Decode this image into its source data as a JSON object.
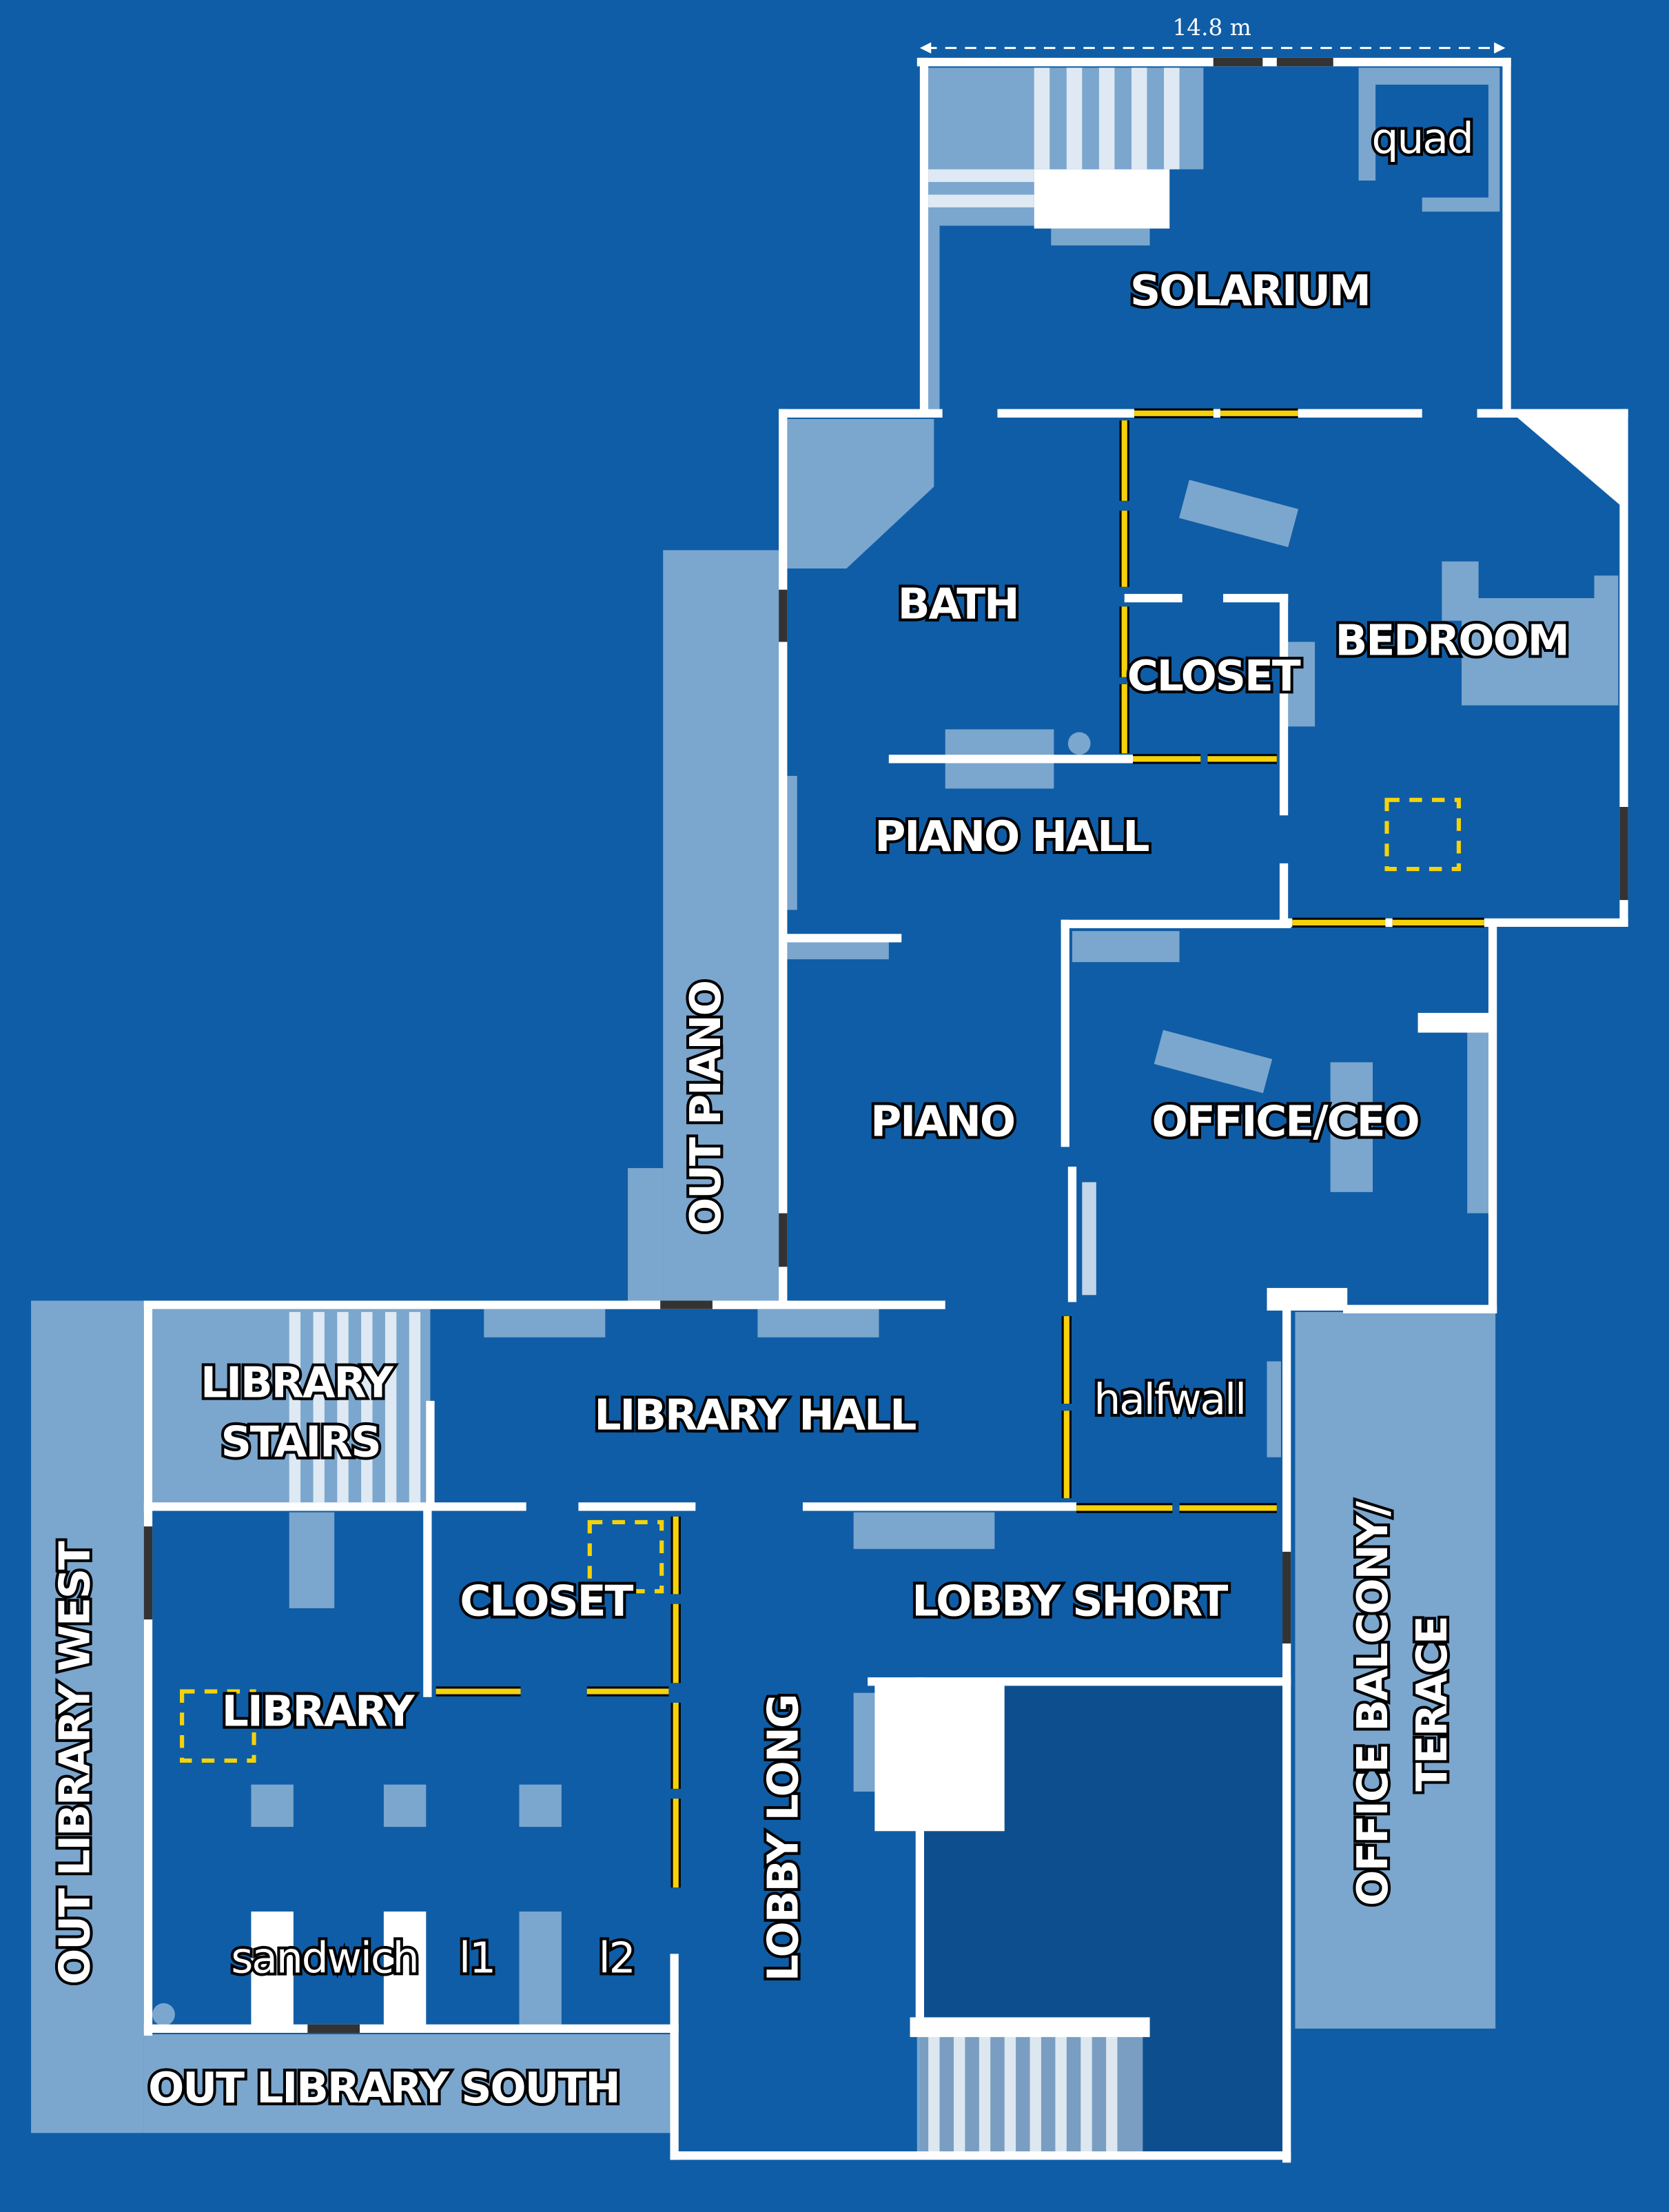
{
  "scale": {
    "label": "14.8 m"
  },
  "colors": {
    "background": "#0f5da6",
    "wall": "#ffffff",
    "door": "#f5d20a",
    "window": "#333333",
    "dark_area": "#0d4f8e"
  },
  "rooms": {
    "solarium": "SOLARIUM",
    "quad": "quad",
    "bath": "BATH",
    "closet_upper": "CLOSET",
    "bedroom": "BEDROOM",
    "piano_hall": "PIANO HALL",
    "piano": "PIANO",
    "office_ceo": "OFFICE/CEO",
    "out_piano": "OUT PIANO",
    "library_stairs_1": "LIBRARY",
    "library_stairs_2": "STAIRS",
    "library_hall": "LIBRARY HALL",
    "halfwall": "halfwall",
    "closet_lower": "CLOSET",
    "lobby_short": "LOBBY SHORT",
    "library": "LIBRARY",
    "lobby_long": "LOBBY LONG",
    "office_balcony_1": "OFFICE BALCONY/",
    "office_balcony_2": "TERACE",
    "out_library_west": "OUT LIBRARY WEST",
    "out_library_south": "OUT LIBRARY SOUTH",
    "sandwich": "sandwich",
    "l1": "l1",
    "l2": "l2"
  }
}
